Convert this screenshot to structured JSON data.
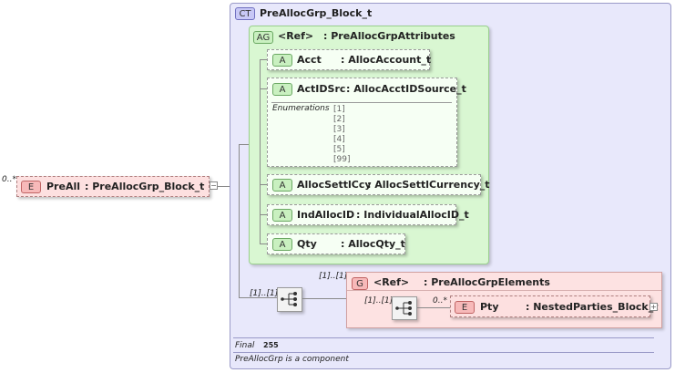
{
  "root_element": {
    "tag": "E",
    "cardinality": "0..*",
    "name": "PreAll",
    "type": ": PreAllocGrp_Block_t",
    "expander": "−"
  },
  "complex_type": {
    "tag": "CT",
    "name": "PreAllocGrp_Block_t"
  },
  "attribute_group": {
    "tag": "AG",
    "ref": "<Ref>",
    "name": ": PreAllocGrpAttributes"
  },
  "attributes": [
    {
      "tag": "A",
      "name": "Acct",
      "type": ": AllocAccount_t"
    },
    {
      "tag": "A",
      "name": "ActIDSrc",
      "type": ": AllocAcctIDSource_t",
      "enumerations_label": "Enumerations",
      "enumerations": [
        "[1]",
        "[2]",
        "[3]",
        "[4]",
        "[5]",
        "[99]"
      ]
    },
    {
      "tag": "A",
      "name": "AllocSettlCcy",
      "type": ": AllocSettlCurrency_t"
    },
    {
      "tag": "A",
      "name": "IndAllocID",
      "type": ": IndividualAllocID_t"
    },
    {
      "tag": "A",
      "name": "Qty",
      "type": ": AllocQty_t"
    }
  ],
  "sequence_cardinality": "[1]..[1]",
  "group": {
    "tag": "G",
    "cardinality": "[1]..[1]",
    "ref": "<Ref>",
    "name": ": PreAllocGrpElements"
  },
  "inner_sequence_cardinality": "[1]..[1]",
  "child_element": {
    "tag": "E",
    "cardinality": "0..*",
    "name": "Pty",
    "type": ": NestedParties_Block_t",
    "expander": "+"
  },
  "footer": {
    "final_label": "Final",
    "final_value": "255",
    "note": "PreAllocGrp is a component"
  }
}
